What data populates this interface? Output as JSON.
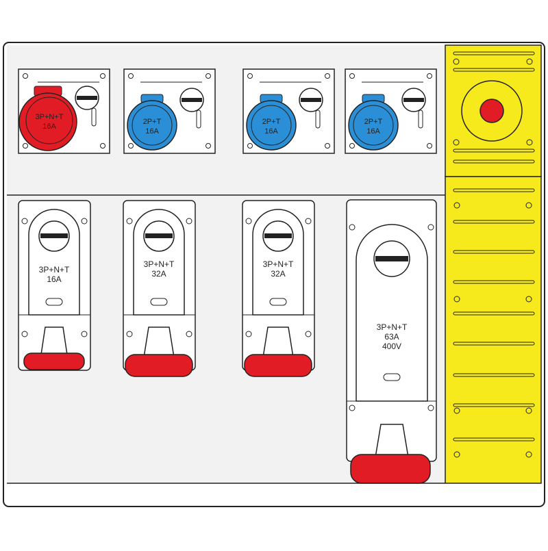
{
  "colors": {
    "outline": "#222222",
    "panel_bg": "#f2f2f2",
    "red": "#e11c25",
    "blue": "#2a8fd6",
    "yellow": "#f7ea1c",
    "white": "#ffffff"
  },
  "top_sockets": [
    {
      "color": "red",
      "line1": "3P+N+T",
      "line2": "16A"
    },
    {
      "color": "blue",
      "line1": "2P+T",
      "line2": "16A"
    },
    {
      "color": "blue",
      "line1": "2P+T",
      "line2": "16A"
    },
    {
      "color": "blue",
      "line1": "2P+T",
      "line2": "16A"
    }
  ],
  "interlocked_sockets": [
    {
      "line1": "3P+N+T",
      "line2": "16A"
    },
    {
      "line1": "3P+N+T",
      "line2": "32A"
    },
    {
      "line1": "3P+N+T",
      "line2": "32A"
    }
  ],
  "large_socket": {
    "line1": "3P+N+T",
    "line2": "63A",
    "line3": "400V"
  },
  "emergency_stop": {
    "button_color": "red",
    "housing_color": "yellow"
  }
}
